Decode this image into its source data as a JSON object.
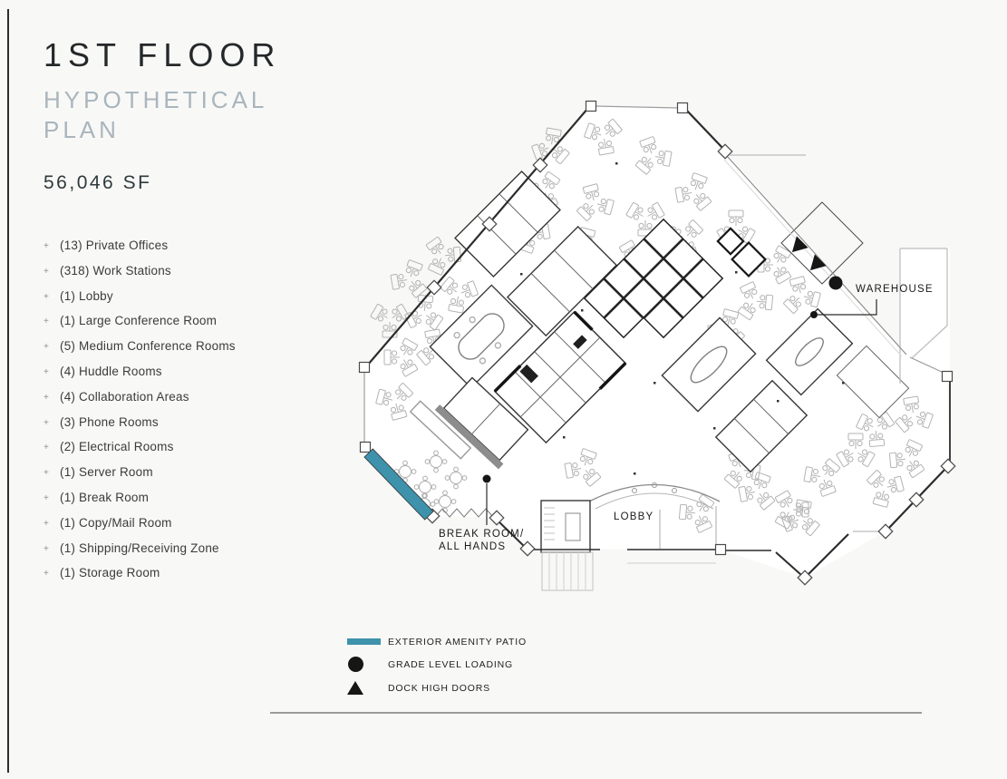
{
  "header": {
    "title": "1ST FLOOR",
    "subtitle": "HYPOTHETICAL PLAN",
    "area": "56,046 SF"
  },
  "program": {
    "items": [
      "(13) Private Offices",
      "(318) Work Stations",
      "(1) Lobby",
      "(1) Large Conference Room",
      "(5) Medium Conference Rooms",
      "(4) Huddle Rooms",
      "(4) Collaboration Areas",
      "(3) Phone Rooms",
      "(2) Electrical Rooms",
      "(1) Server Room",
      "(1) Break Room",
      "(1) Copy/Mail Room",
      "(1) Shipping/Receiving Zone",
      "(1) Storage Room"
    ]
  },
  "plan": {
    "labels": {
      "warehouse": "WAREHOUSE",
      "lobby": "LOBBY",
      "break_room_line1": "BREAK ROOM/",
      "break_room_line2": "ALL HANDS"
    }
  },
  "legend": {
    "items": [
      {
        "label": "EXTERIOR AMENITY PATIO",
        "symbol": "teal-bar"
      },
      {
        "label": "GRADE LEVEL LOADING",
        "symbol": "black-circle"
      },
      {
        "label": "DOCK HIGH DOORS",
        "symbol": "black-triangle"
      }
    ]
  },
  "colors": {
    "accent_teal": "#3E92AB",
    "subtitle_gray": "#A9B5BD",
    "marker_black": "#161616"
  }
}
